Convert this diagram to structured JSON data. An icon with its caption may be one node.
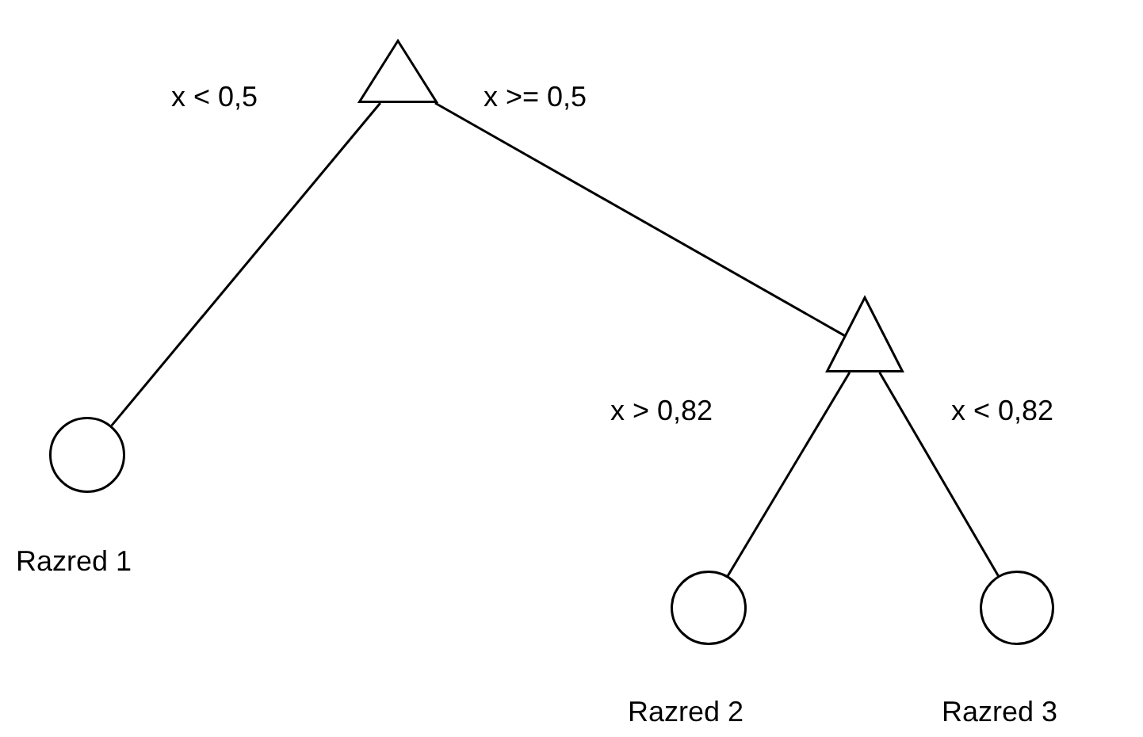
{
  "diagram": {
    "nodes": [
      {
        "text": [],
        "shape": "triangle"
      },
      {
        "text": [],
        "shape": "triangle"
      },
      {
        "text": [],
        "shape": "circle",
        "beside": [
          "Razred 1"
        ]
      },
      {
        "text": [],
        "shape": "circle",
        "beside": [
          "Razred 2"
        ]
      },
      {
        "text": [],
        "shape": "circle",
        "beside": [
          "Razred 3"
        ]
      }
    ],
    "edges": [
      {
        "from": 0,
        "to": 2,
        "arrow": "none",
        "label": "x < 0,5"
      },
      {
        "from": 0,
        "to": 1,
        "arrow": "none",
        "label": "x >= 0,5"
      },
      {
        "from": 1,
        "to": 3,
        "arrow": "none",
        "label": "x > 0,82"
      },
      {
        "from": 1,
        "to": 4,
        "arrow": "none",
        "label": "x < 0,82"
      }
    ]
  }
}
